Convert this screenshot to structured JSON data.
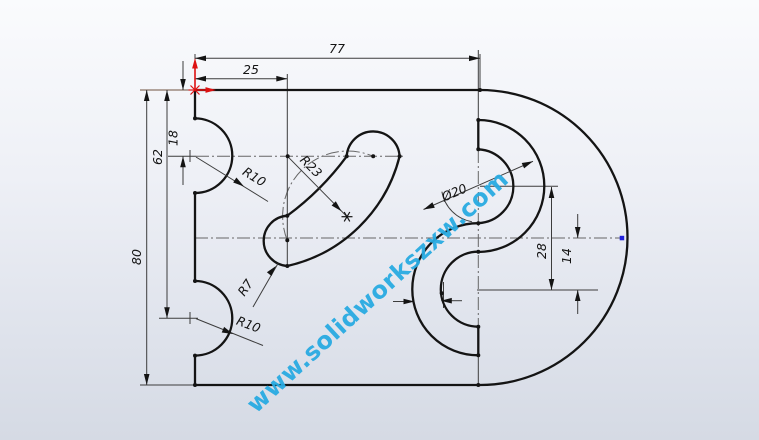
{
  "app": {
    "view": "solidworks-sketch-viewport"
  },
  "dims": {
    "width_total": "77",
    "width_to_slot_end": "25",
    "height_total": "80",
    "top_to_lower_notch": "62",
    "top_to_upper_notch": "18",
    "radius_upper_notch": "R10",
    "radius_lower_notch": "R10",
    "radius_slot_centerline": "R23",
    "radius_slot_cap": "R7",
    "diameter_s_arc": "Ø20",
    "arc_centers_distance": "28",
    "centerline_to_arc_center": "14"
  },
  "watermark": {
    "text": "www.solidworkszxw.com",
    "color": "#29abe2"
  },
  "colors": {
    "geometry": "#141414",
    "annotation": "#3c3c3c",
    "centerline": "#666666",
    "origin_red": "#dd1111",
    "free_point_blue": "#2222dd",
    "extension_brown": "#6f5340"
  }
}
